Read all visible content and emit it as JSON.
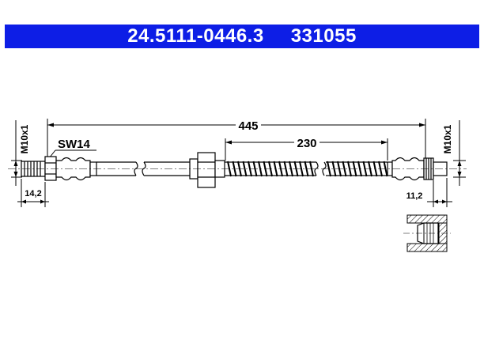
{
  "header": {
    "part_number": "24.5111-0446.3",
    "ref_number": "331055",
    "background_color": "#0d1ee6",
    "text_color": "#ffffff"
  },
  "dimensions": {
    "total_length": "445",
    "hose_length": "230",
    "left_thread": "M10x1",
    "right_thread": "M10x1",
    "wrench_size": "SW14",
    "left_fitting_length": "14,2",
    "right_fitting_length": "11,2"
  }
}
